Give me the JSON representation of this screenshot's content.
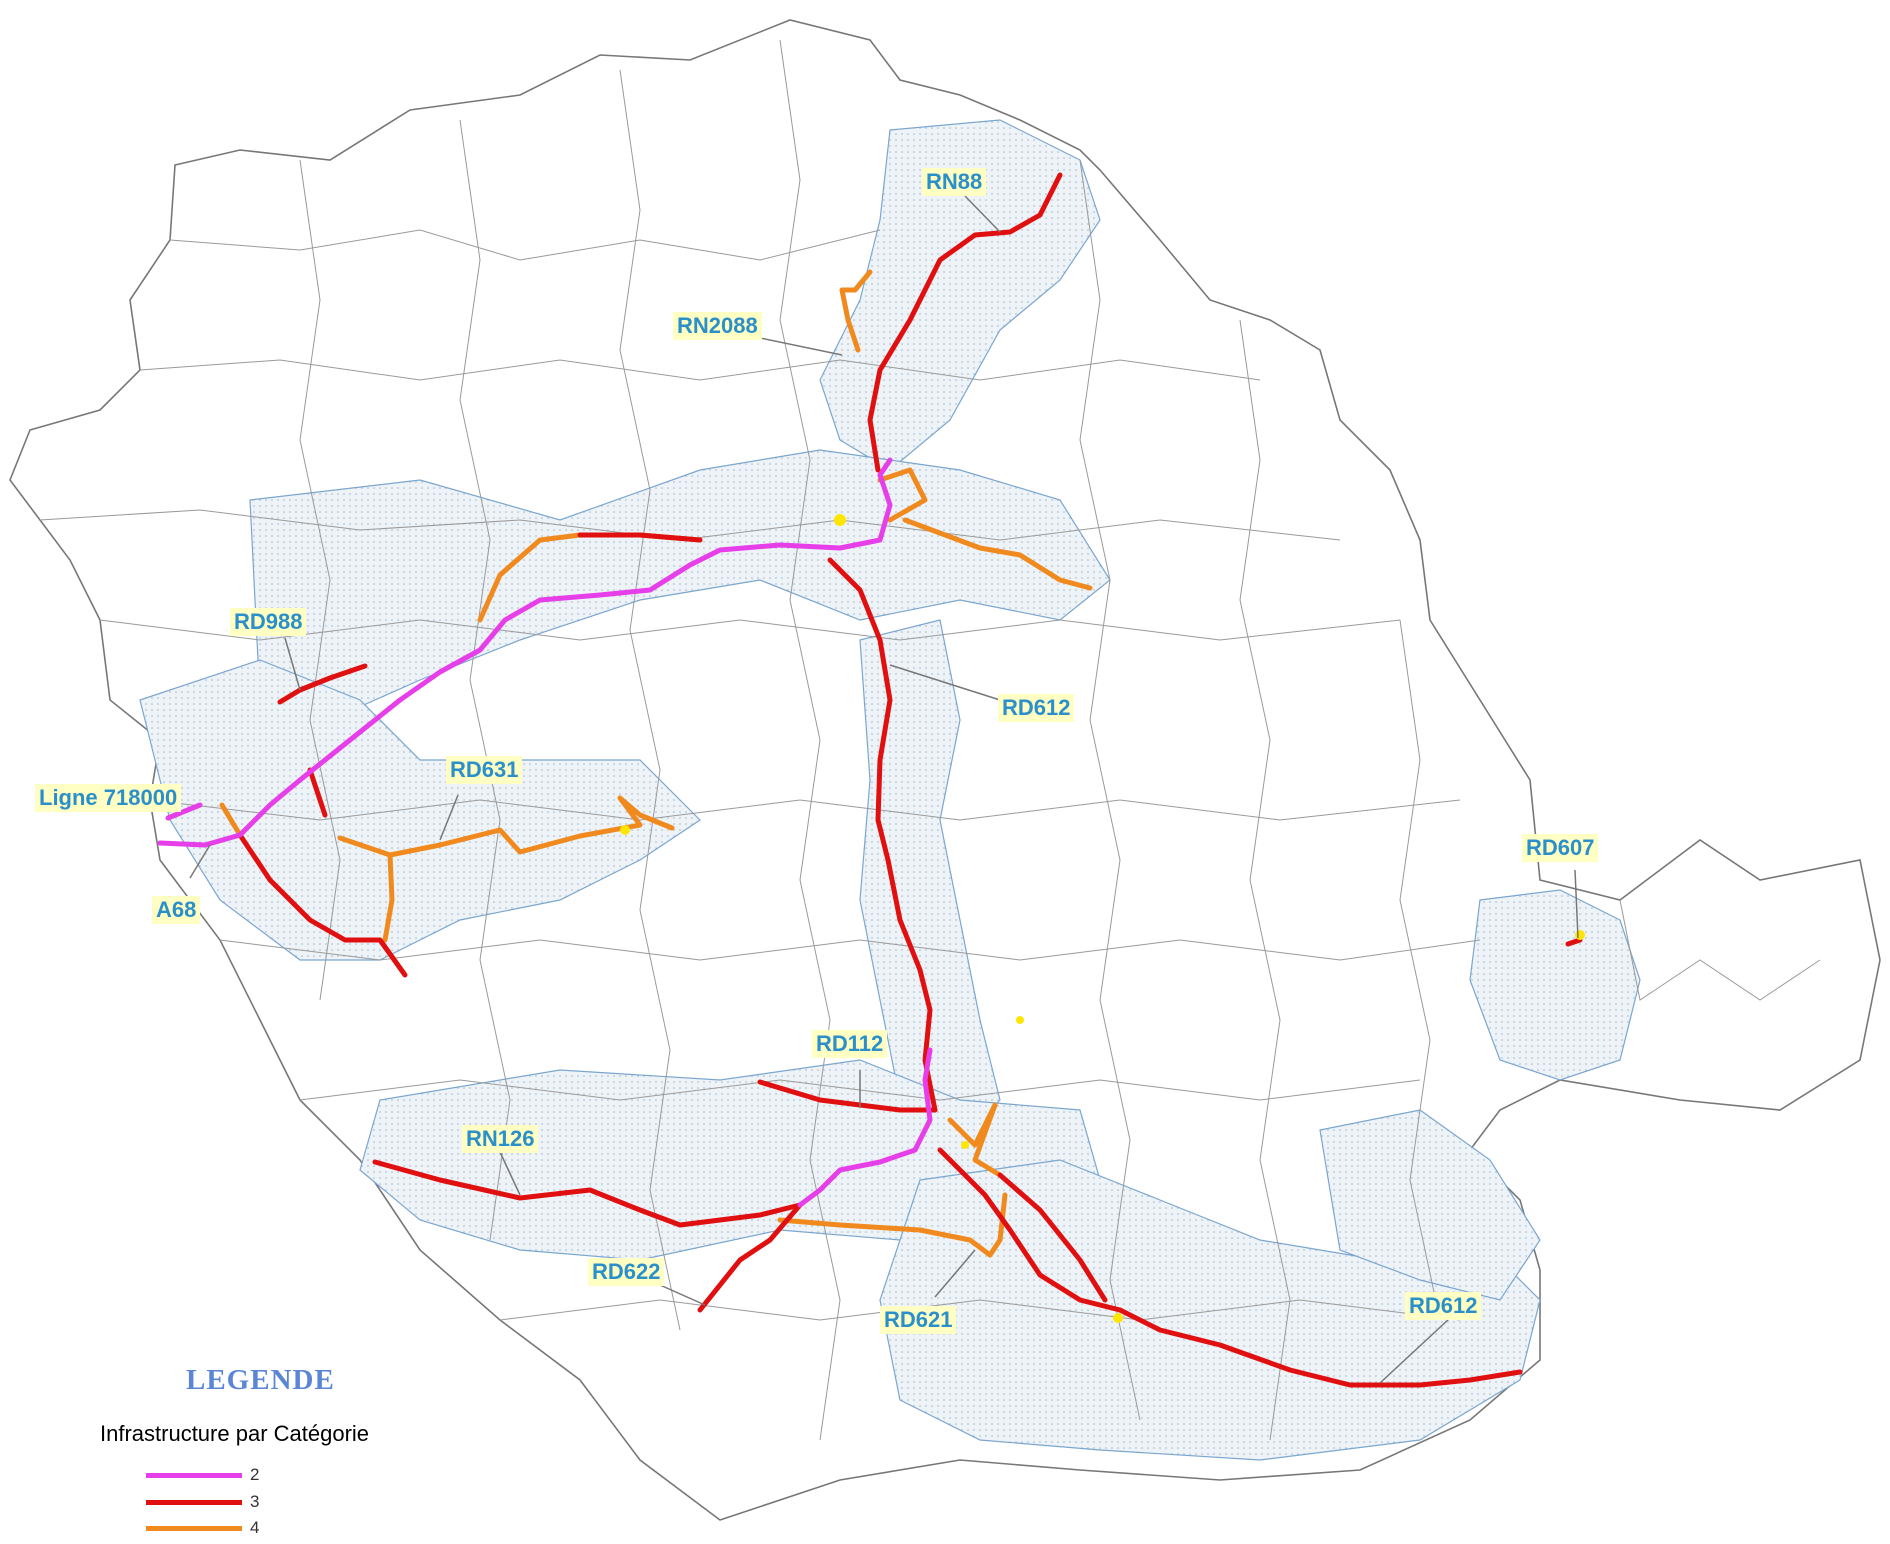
{
  "legend": {
    "title": "LEGENDE",
    "subtitle": "Infrastructure par Catégorie",
    "items": [
      {
        "label": "2",
        "color": "#e63ee8"
      },
      {
        "label": "3",
        "color": "#e01010"
      },
      {
        "label": "4",
        "color": "#f08a1e"
      }
    ]
  },
  "labels": {
    "rn88": "RN88",
    "rn2088": "RN2088",
    "rd988": "RD988",
    "rd612_north": "RD612",
    "rd631": "RD631",
    "ligne": "Ligne 718000",
    "a68": "A68",
    "rd607": "RD607",
    "rd112": "RD112",
    "rn126": "RN126",
    "rd622": "RD622",
    "rd621": "RD621",
    "rd612_south": "RD612"
  },
  "colors": {
    "cat2": "#e63ee8",
    "cat3": "#e01010",
    "cat4": "#f08a1e",
    "highlight": "#ffe600",
    "label_bg": "#ffffc4",
    "label_text": "#2b8fc9",
    "zone_fill": "#e6eef5",
    "zone_border": "#7aa6cf",
    "commune_border": "#8a8a8a"
  }
}
